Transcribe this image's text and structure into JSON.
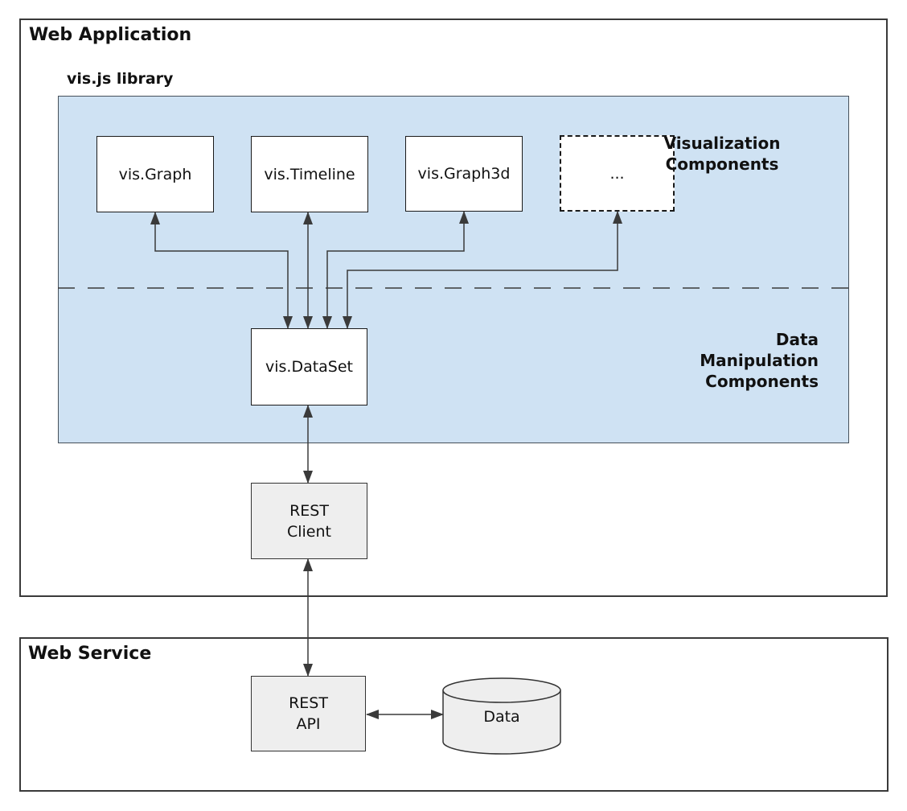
{
  "colors": {
    "library_fill": "#cfe2f3",
    "node_fill": "#ffffff",
    "service_fill": "#eeeeee",
    "stroke": "#3a3a3a",
    "text": "#111111"
  },
  "web_application": {
    "title": "Web Application",
    "library": {
      "title": "vis.js library",
      "visualization_zone": {
        "label_line1": "Visualization",
        "label_line2": "Components",
        "boxes": [
          {
            "label": "vis.Graph"
          },
          {
            "label": "vis.Timeline"
          },
          {
            "label": "vis.Graph3d"
          },
          {
            "label": "..."
          }
        ]
      },
      "data_zone": {
        "label_line1": "Data",
        "label_line2": "Manipulation",
        "label_line3": "Components",
        "dataset_box": {
          "label": "vis.DataSet"
        }
      }
    },
    "rest_client_box": {
      "line1": "REST",
      "line2": "Client"
    }
  },
  "web_service": {
    "title": "Web Service",
    "rest_api_box": {
      "line1": "REST",
      "line2": "API"
    },
    "data_store": {
      "label": "Data"
    }
  }
}
